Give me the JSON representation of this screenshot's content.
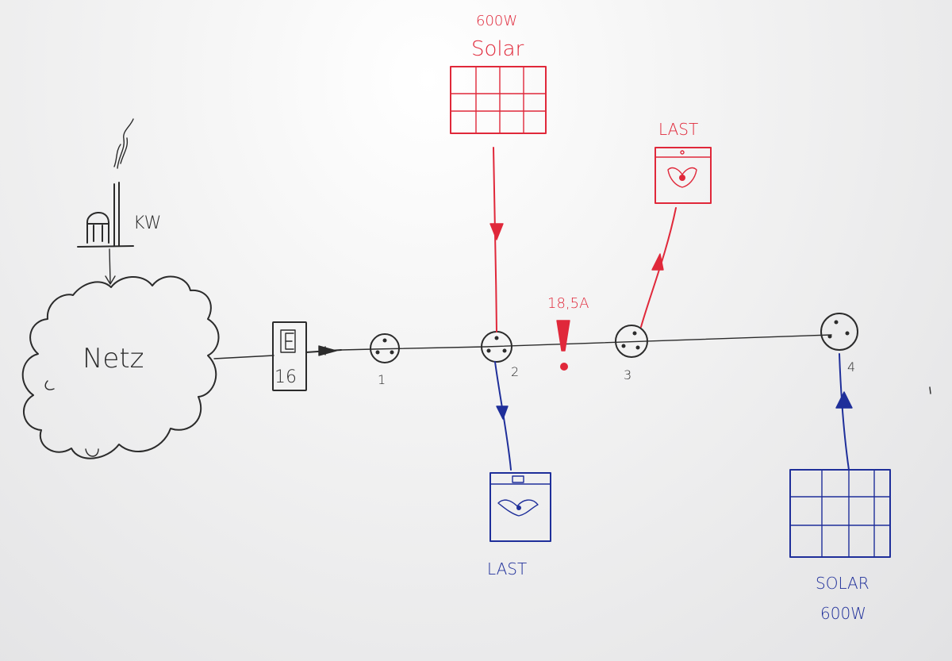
{
  "labels": {
    "power_plant": "KW",
    "grid": "Netz",
    "fuse": "16",
    "socket_1": "1",
    "socket_2": "2",
    "socket_3": "3",
    "socket_4": "4",
    "solar_top_power": "600W",
    "solar_top_name": "Solar",
    "load_top": "LAST",
    "load_bottom": "LAST",
    "current_warning": "18,5A",
    "solar_bottom_name": "SOLAR",
    "solar_bottom_power": "600W"
  },
  "colors": {
    "black_ink": "#2b2b2b",
    "red_ink": "#e0283a",
    "blue_ink": "#1f2f9a"
  }
}
